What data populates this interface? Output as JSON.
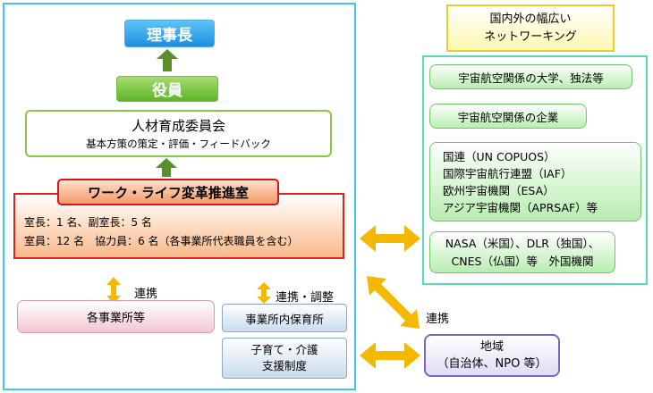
{
  "chairman": "理事長",
  "executives": "役員",
  "committee": {
    "title": "人材育成委員会",
    "subtitle": "基本方策の策定・評価・フィードバック"
  },
  "promotion": {
    "title": "ワーク・ライフ変革推進室",
    "line1": "室長：1 名、副室長：5 名",
    "line2": "室員：12 名　協力員：6 名（各事業所代表職員を含む）"
  },
  "offices": "各事業所等",
  "label_coop": "連携",
  "label_coop_adjust": "連携・調整",
  "nursery": "事業所内保育所",
  "childcare": {
    "line1": "子育て・介護",
    "line2": "支援制度"
  },
  "network_title": {
    "line1": "国内外の幅広い",
    "line2": "ネットワーキング"
  },
  "network": {
    "universities": "宇宙航空関係の大学、独法等",
    "companies": "宇宙航空関係の企業",
    "intl": [
      "国連（UN COPUOS）",
      "国際宇宙航行連盟（IAF）",
      "欧州宇宙機関（ESA）",
      "アジア宇宙機関（APRSAF）等"
    ],
    "foreign": {
      "line1": "NASA（米国）、DLR（独国）、",
      "line2": "CNES（仏国）等　外国機関"
    }
  },
  "label_coop_right": "連携",
  "region": {
    "line1": "地域",
    "line2": "（自治体、NPO 等）"
  },
  "colors": {
    "frame_left": "#3cc8ee",
    "frame_right": "#5cd8b8",
    "arrow_green": "#5a8f2e",
    "arrow_orange": "#f5b800",
    "promotion_border": "#e02020"
  }
}
